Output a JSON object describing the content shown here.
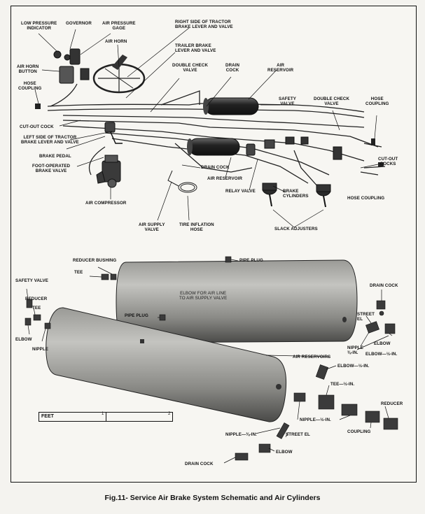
{
  "schematic_labels": {
    "low_pressure_indicator": "LOW PRESSURE\nINDICATOR",
    "governor": "GOVERNOR",
    "air_pressure_gage": "AIR PRESSURE\nGAGE",
    "right_side_brake": "RIGHT SIDE OF TRACTOR\nBRAKE LEVER AND VALVE",
    "air_horn": "AIR HORN",
    "trailer_brake": "TRAILER BRAKE\nLEVER AND VALVE",
    "air_horn_button": "AIR HORN\nBUTTON",
    "double_check_valve_1": "DOUBLE CHECK\nVALVE",
    "drain_cock_1": "DRAIN\nCOCK",
    "air_reservoir_1": "AIR\nRESERVOIR",
    "hose_coupling_1": "HOSE\nCOUPLING",
    "safety_valve_1": "SAFETY\nVALVE",
    "double_check_valve_2": "DOUBLE CHECK\nVALVE",
    "hose_coupling_2": "HOSE\nCOUPLING",
    "cut_out_cock": "CUT-OUT COCK",
    "left_side_brake": "LEFT SIDE OF TRACTOR\nBRAKE LEVER AND VALVE",
    "brake_pedal": "BRAKE PEDAL",
    "foot_brake_valve": "FOOT-OPERATED\nBRAKE VALVE",
    "drain_cock_2": "DRAIN COCK",
    "air_reservoir_2": "AIR RESERVOIR",
    "relay_valve": "RELAY VALVE",
    "brake_cylinders": "BRAKE\nCYLINDERS",
    "cut_out_cocks": "CUT-OUT\nCOCKS",
    "hose_coupling_3": "HOSE COUPLING",
    "air_compressor": "AIR COMPRESSOR",
    "air_supply_valve": "AIR SUPPLY\nVALVE",
    "tire_inflation_hose": "TIRE INFLATION\nHOSE",
    "slack_adjusters": "SLACK ADJUSTERS"
  },
  "cylinder_labels": {
    "reducer_bushing": "REDUCER BUSHING",
    "tee_1": "TEE",
    "pipe_plug_1": "PIPE PLUG",
    "safety_valve": "SAFETY VALVE",
    "elbow_air_line": "ELBOW FOR AIR LINE\nTO AIR SUPPLY VALVE",
    "drain_cock_top": "DRAIN COCK",
    "reducer_1": "REDUCER",
    "tee_2": "TEE",
    "pipe_plug_2": "PIPE PLUG",
    "street_el_1": "STREET\nEL",
    "elbow_1": "ELBOW",
    "nipple_1": "NIPPLE",
    "elbow_2": "ELBOW",
    "nipple_3_8_a": "NIPPLE\n⅜-IN.",
    "elbow_half_1": "ELBOW—½-IN.",
    "air_reservoirs": "AIR RESERVOIRS",
    "elbow_half_2": "ELBOW—½-IN.",
    "tee_half": "TEE—½-IN.",
    "reducer_2": "REDUCER",
    "nipple_half": "NIPPLE—½-IN.",
    "coupling": "COUPLING",
    "nipple_3_8_b": "NIPPLE—⅜-IN.",
    "street_el_2": "STREET EL",
    "elbow_3": "ELBOW",
    "drain_cock_bottom": "DRAIN COCK"
  },
  "scale": {
    "label": "FEET",
    "mark_1": "1",
    "mark_2": "2"
  },
  "caption": "Fig.11- Service Air Brake System Schematic and Air Cylinders"
}
